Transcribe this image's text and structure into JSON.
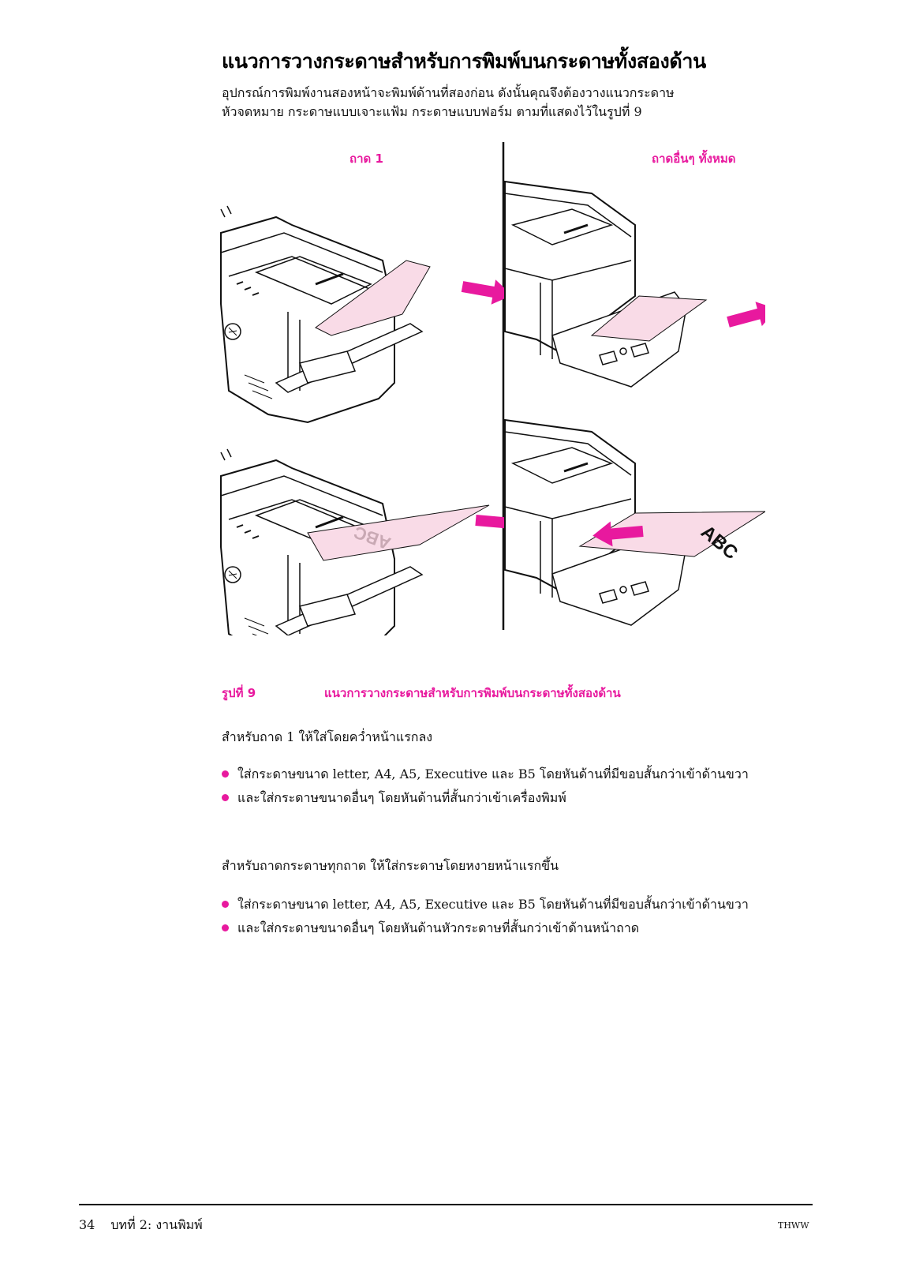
{
  "title": "แนวการวางกระดาษสำหรับการพิมพ์บนกระดาษทั้งสองด้าน",
  "intro": {
    "line1": "อุปกรณ์การพิมพ์งานสองหน้าจะพิมพ์ด้านที่สองก่อน ดังนั้นคุณจึงต้องวางแนวกระดาษ",
    "line2": "หัวจดหมาย กระดาษแบบเจาะแฟ้ม กระดาษแบบฟอร์ม ตามที่แสดงไว้ในรูปที่ 9"
  },
  "figure": {
    "tray1_label": "ถาด 1",
    "other_trays_label": "ถาดอื่นๆ ทั้งหมด",
    "paper_text": "ABC",
    "accent_color": "#e8199e",
    "paper_color": "#f9dbe7"
  },
  "caption": {
    "number": "รูปที่ 9",
    "title": "แนวการวางกระดาษสำหรับการพิมพ์บนกระดาษทั้งสองด้าน"
  },
  "section1": {
    "heading": "สำหรับถาด 1 ให้ใส่โดยคว่ำหน้าแรกลง",
    "bullets": [
      "ใส่กระดาษขนาด letter, A4, A5, Executive และ B5 โดยหันด้านที่มีขอบสั้นกว่าเข้าด้านขวา",
      "และใส่กระดาษขนาดอื่นๆ โดยหันด้านที่สั้นกว่าเข้าเครื่องพิมพ์"
    ]
  },
  "section2": {
    "heading": "สำหรับถาดกระดาษทุกถาด ให้ใส่กระดาษโดยหงายหน้าแรกขึ้น",
    "bullets": [
      "ใส่กระดาษขนาด letter, A4, A5, Executive และ B5 โดยหันด้านที่มีขอบสั้นกว่าเข้าด้านขวา",
      "และใส่กระดาษขนาดอื่นๆ โดยหันด้านหัวกระดาษที่สั้นกว่าเข้าด้านหน้าถาด"
    ]
  },
  "footer": {
    "page_number": "34",
    "chapter": "บทที่ 2:  งานพิมพ์",
    "code": "THWW"
  }
}
